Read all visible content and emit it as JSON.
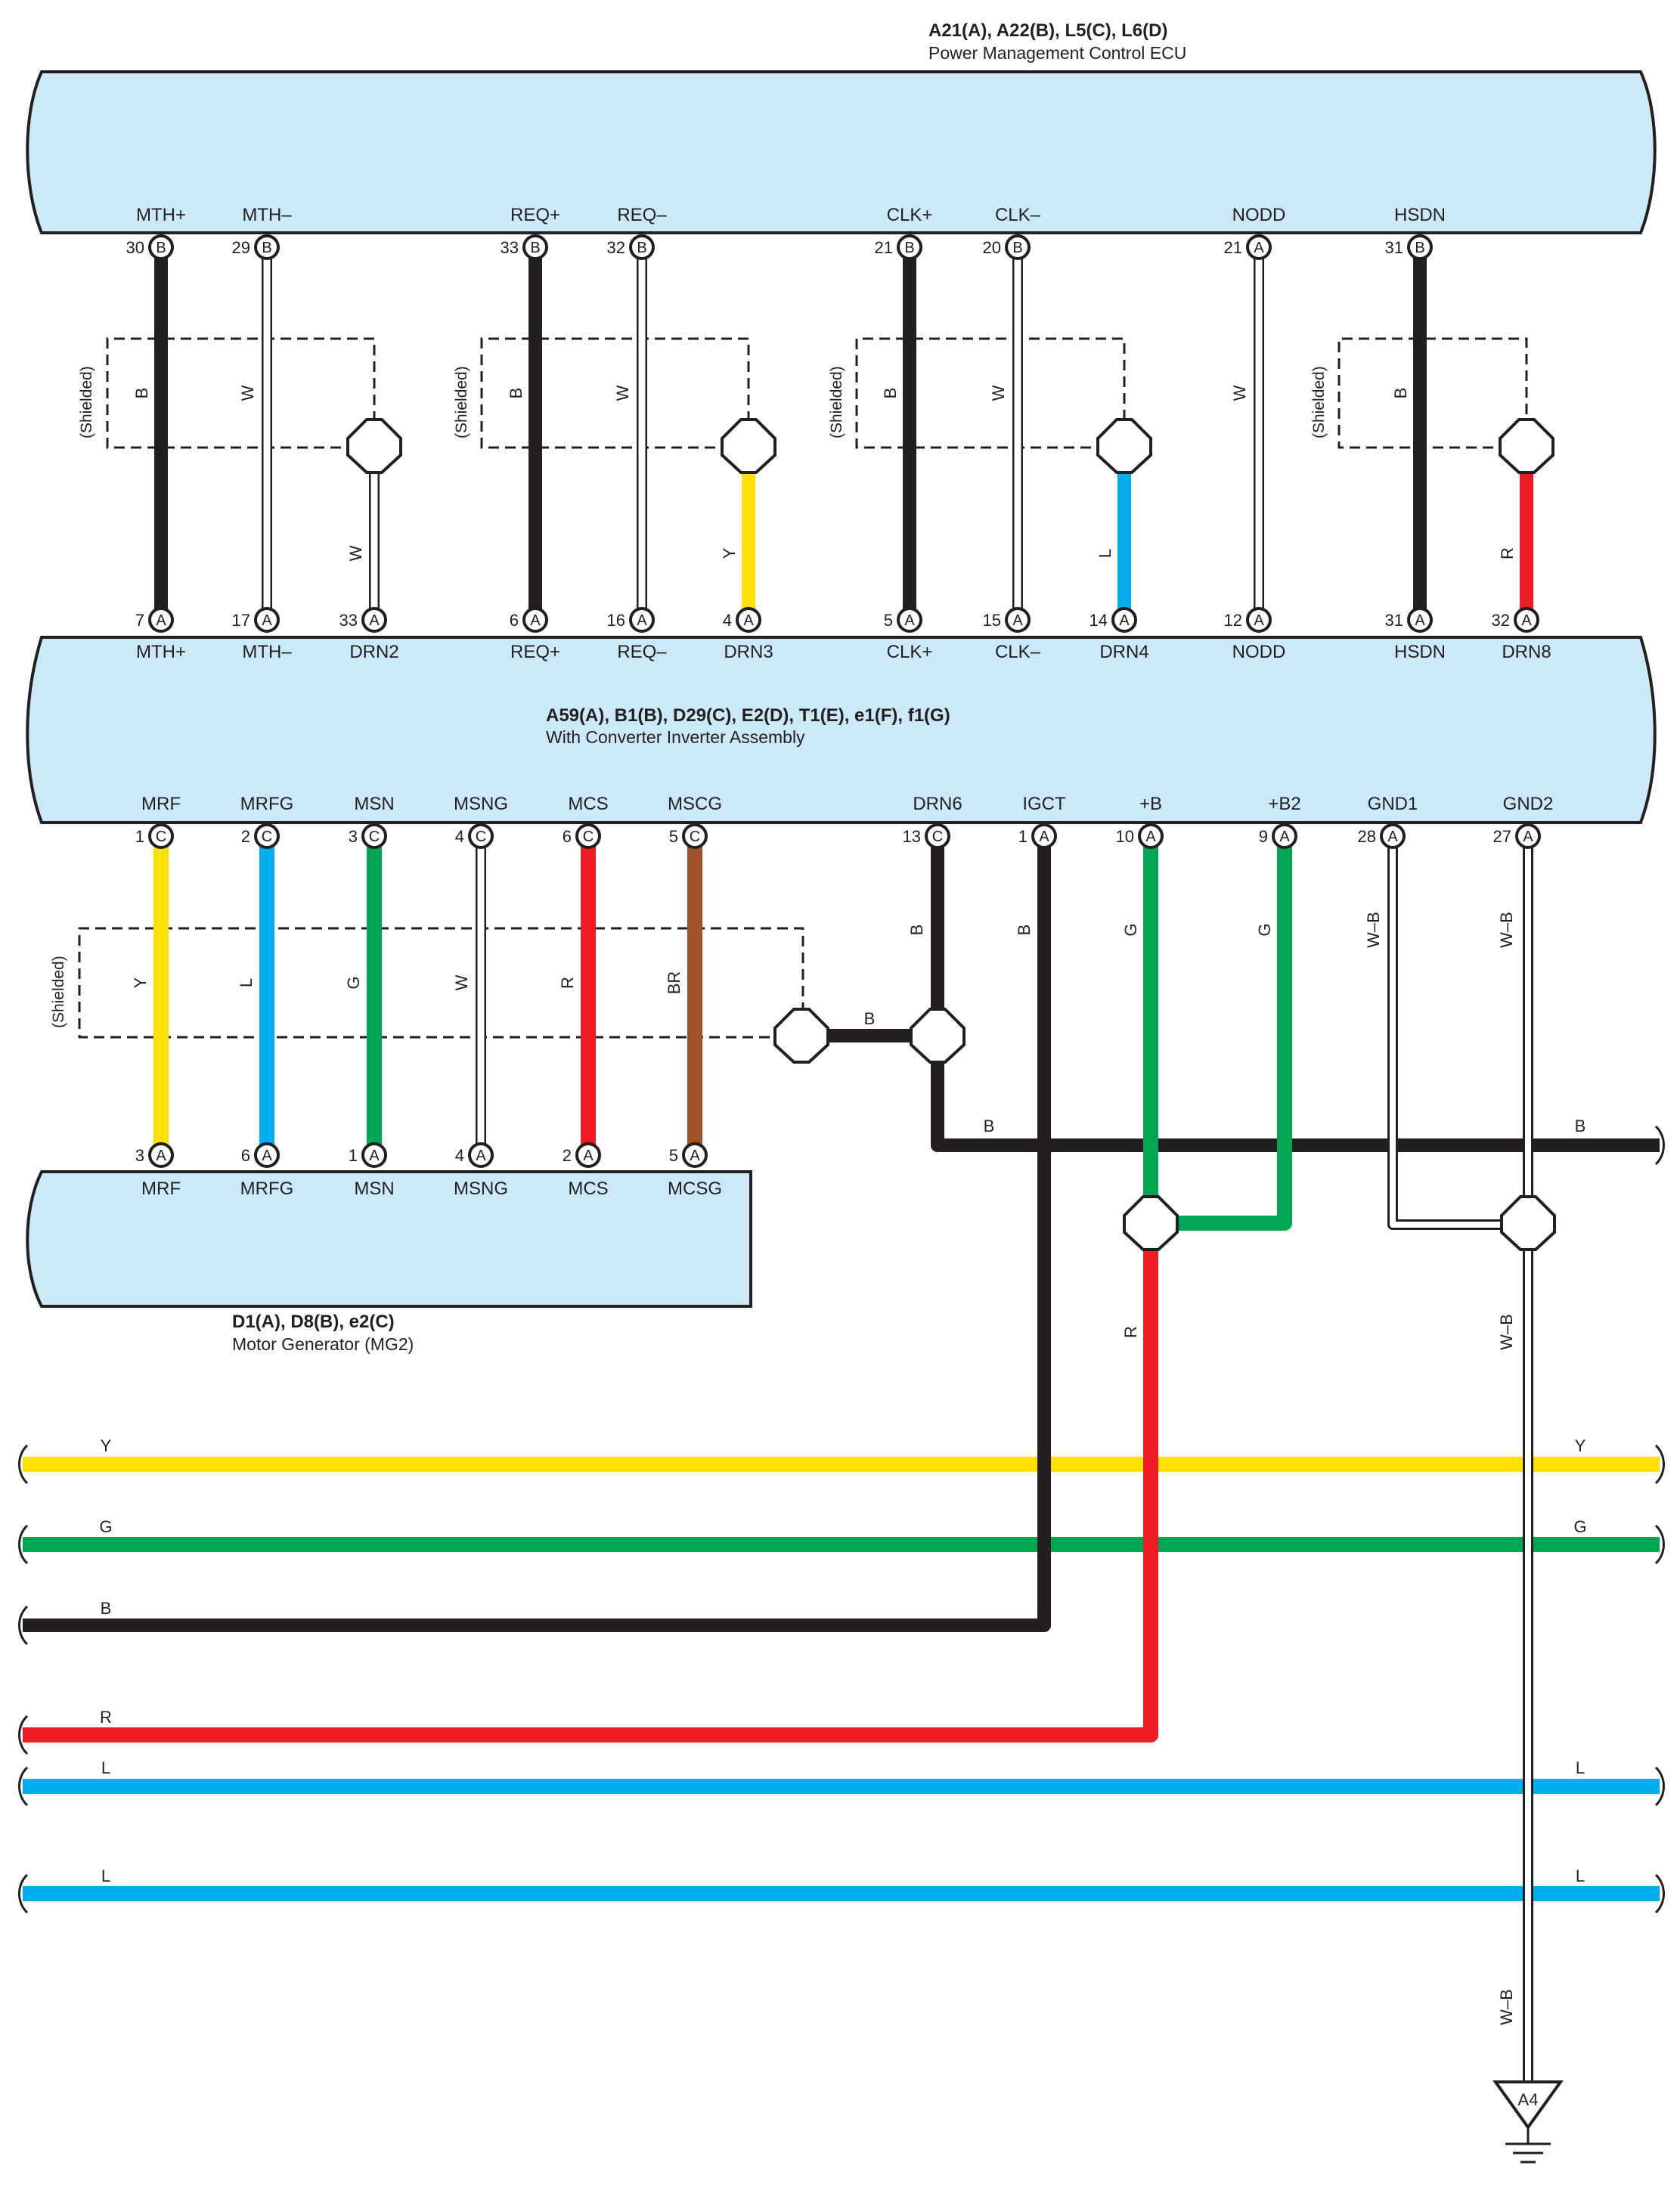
{
  "components": {
    "ecu": {
      "title": "A21(A), A22(B), L5(C), L6(D)",
      "subtitle": "Power Management Control ECU",
      "pins": [
        {
          "label": "MTH+",
          "num": "30",
          "code": "B"
        },
        {
          "label": "MTH–",
          "num": "29",
          "code": "B"
        },
        {
          "label": "REQ+",
          "num": "33",
          "code": "B"
        },
        {
          "label": "REQ–",
          "num": "32",
          "code": "B"
        },
        {
          "label": "CLK+",
          "num": "21",
          "code": "B"
        },
        {
          "label": "CLK–",
          "num": "20",
          "code": "B"
        },
        {
          "label": "NODD",
          "num": "21",
          "code": "A"
        },
        {
          "label": "HSDN",
          "num": "31",
          "code": "B"
        }
      ]
    },
    "inverter": {
      "title": "A59(A), B1(B), D29(C), E2(D), T1(E), e1(F), f1(G)",
      "subtitle": "With Converter Inverter Assembly",
      "top_pins": [
        {
          "label": "MTH+",
          "num": "7",
          "code": "A"
        },
        {
          "label": "MTH–",
          "num": "17",
          "code": "A"
        },
        {
          "label": "DRN2",
          "num": "33",
          "code": "A"
        },
        {
          "label": "REQ+",
          "num": "6",
          "code": "A"
        },
        {
          "label": "REQ–",
          "num": "16",
          "code": "A"
        },
        {
          "label": "DRN3",
          "num": "4",
          "code": "A"
        },
        {
          "label": "CLK+",
          "num": "5",
          "code": "A"
        },
        {
          "label": "CLK–",
          "num": "15",
          "code": "A"
        },
        {
          "label": "DRN4",
          "num": "14",
          "code": "A"
        },
        {
          "label": "NODD",
          "num": "12",
          "code": "A"
        },
        {
          "label": "HSDN",
          "num": "31",
          "code": "A"
        },
        {
          "label": "DRN8",
          "num": "32",
          "code": "A"
        }
      ],
      "bottom_pins": [
        {
          "label": "MRF",
          "num": "1",
          "code": "C"
        },
        {
          "label": "MRFG",
          "num": "2",
          "code": "C"
        },
        {
          "label": "MSN",
          "num": "3",
          "code": "C"
        },
        {
          "label": "MSNG",
          "num": "4",
          "code": "C"
        },
        {
          "label": "MCS",
          "num": "6",
          "code": "C"
        },
        {
          "label": "MSCG",
          "num": "5",
          "code": "C"
        },
        {
          "label": "DRN6",
          "num": "13",
          "code": "C"
        },
        {
          "label": "IGCT",
          "num": "1",
          "code": "A"
        },
        {
          "label": "+B",
          "num": "10",
          "code": "A"
        },
        {
          "label": "+B2",
          "num": "9",
          "code": "A"
        },
        {
          "label": "GND1",
          "num": "28",
          "code": "A"
        },
        {
          "label": "GND2",
          "num": "27",
          "code": "A"
        }
      ]
    },
    "mg2": {
      "title": "D1(A), D8(B), e2(C)",
      "subtitle": "Motor Generator (MG2)",
      "pins": [
        {
          "label": "MRF",
          "num": "3",
          "code": "A"
        },
        {
          "label": "MRFG",
          "num": "6",
          "code": "A"
        },
        {
          "label": "MSN",
          "num": "1",
          "code": "A"
        },
        {
          "label": "MSNG",
          "num": "4",
          "code": "A"
        },
        {
          "label": "MCS",
          "num": "2",
          "code": "A"
        },
        {
          "label": "MCSG",
          "num": "5",
          "code": "A"
        }
      ]
    }
  },
  "shield_label": "(Shielded)",
  "ground": {
    "label": "A4"
  },
  "wire_labels": {
    "mth_plus": "B",
    "mth_minus": "W",
    "drn2": "W",
    "req_plus": "B",
    "req_minus": "W",
    "drn3": "Y",
    "clk_plus": "B",
    "clk_minus": "W",
    "drn4": "L",
    "nodd": "W",
    "hsdn": "B",
    "drn8": "R",
    "mrf": "Y",
    "mrfg": "L",
    "msn": "G",
    "msng": "W",
    "mcs": "R",
    "mscg": "BR",
    "drn6": "B",
    "shield_to_drn6": "B",
    "drn6_bus": "B",
    "drn6_bus_end": "B",
    "igct": "B",
    "plus_b": "G",
    "plus_b2": "G",
    "gnd1": "W–B",
    "gnd2": "W–B",
    "gnd_lower": "W–B",
    "gnd_bottom": "W–B",
    "plus_b_out": "R",
    "line_y_left": "Y",
    "line_y_right": "Y",
    "line_g_left": "G",
    "line_g_right": "G",
    "line_b_left": "B",
    "line_r_left": "R",
    "line_l1_left": "L",
    "line_l1_right": "L",
    "line_l2_left": "L",
    "line_l2_right": "L"
  },
  "colors": {
    "B": "#231f20",
    "W": "#ffffff",
    "Y": "#ffe000",
    "L": "#00aeef",
    "G": "#00a651",
    "R": "#ed1c24",
    "BR": "#a0522d",
    "box": "#cce9f9"
  }
}
